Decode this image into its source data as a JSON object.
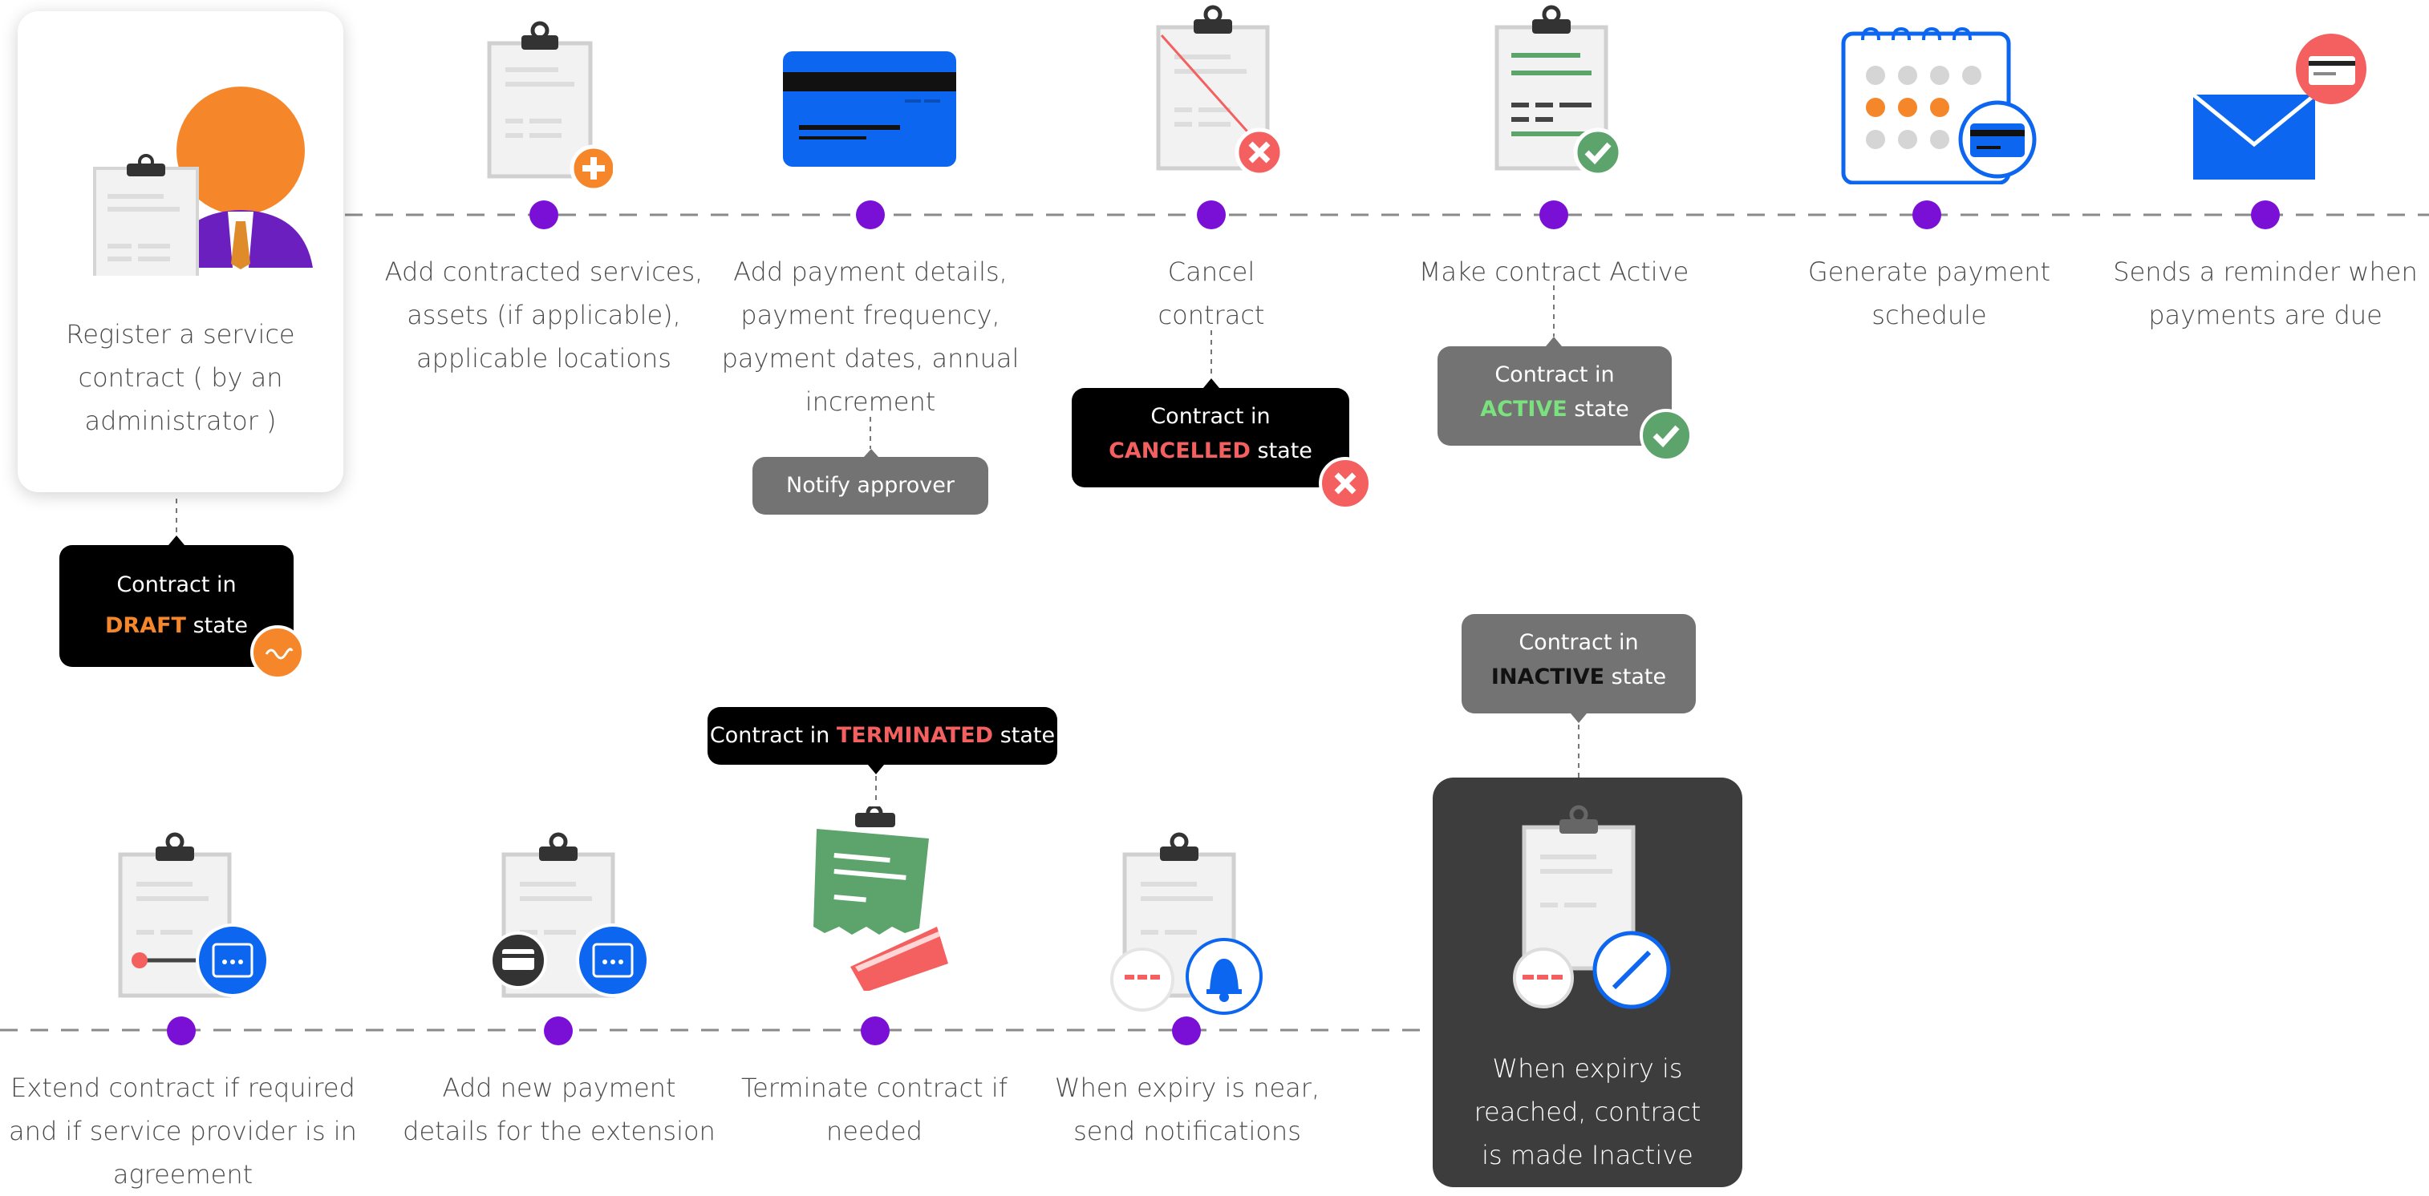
{
  "colors": {
    "node": "#7a0fd6",
    "orange": "#f5872a",
    "blue": "#0c66ef",
    "red": "#f45f5f",
    "green": "#5ca46b",
    "gray_bubble": "#737373",
    "black_bubble": "#000000",
    "dark_card": "#3d3d3d"
  },
  "top_row": {
    "register": {
      "text": "Register a service contract ( by an administrator )",
      "icon": "administrator-with-clipboard-icon",
      "state": {
        "prefix": "Contract in",
        "keyword": "DRAFT",
        "suffix": "state",
        "icon": "draft-wave-icon"
      }
    },
    "add_services": {
      "text": "Add contracted services, assets (if applicable), applicable locations",
      "icon": "clipboard-add-icon"
    },
    "payment_details": {
      "text": "Add payment details, payment frequency, payment dates, annual increment",
      "icon": "credit-card-icon",
      "note": "Notify approver"
    },
    "cancel": {
      "text": "Cancel contract",
      "icon": "clipboard-cancel-icon",
      "state": {
        "prefix": "Contract in",
        "keyword": "CANCELLED",
        "suffix": "state",
        "icon": "cancel-x-icon"
      }
    },
    "active": {
      "text": "Make contract Active",
      "icon": "clipboard-check-icon",
      "state": {
        "prefix": "Contract in",
        "keyword": "ACTIVE",
        "suffix": "state",
        "icon": "check-icon"
      }
    },
    "schedule": {
      "text": "Generate payment schedule",
      "icon": "calendar-card-icon"
    },
    "reminder": {
      "text": "Sends a reminder when payments are due",
      "icon": "envelope-card-icon"
    }
  },
  "bottom_row": {
    "extend": {
      "text": "Extend contract if required and if service provider is in agreement",
      "icon": "clipboard-calendar-icon"
    },
    "new_payment": {
      "text": "Add new payment details for the extension",
      "icon": "clipboard-card-calendar-icon"
    },
    "terminate": {
      "text": "Terminate contract if needed",
      "icon": "torn-contract-icon",
      "state": {
        "prefix": "Contract in",
        "keyword": "TERMINATED",
        "suffix": "state"
      }
    },
    "expiry_near": {
      "text": "When expiry is near, send notifications",
      "icon": "clipboard-bell-icon"
    },
    "inactive": {
      "text": "When expiry is reached, contract is made Inactive",
      "icon": "clipboard-disabled-icon",
      "state": {
        "prefix": "Contract in",
        "keyword": "INACTIVE",
        "suffix": "state"
      }
    }
  }
}
